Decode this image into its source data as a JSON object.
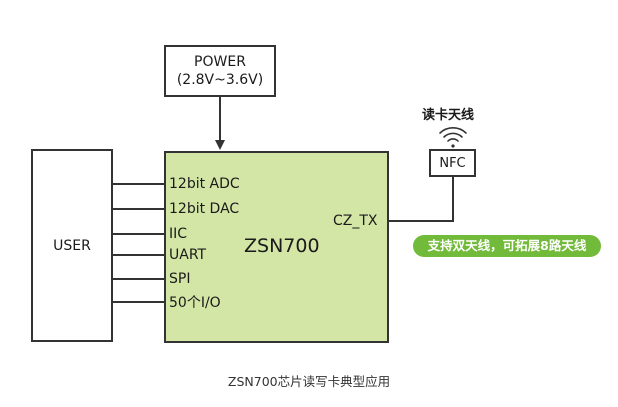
{
  "power": {
    "title": "POWER",
    "range": "(2.8V~3.6V)"
  },
  "user": {
    "label": "USER"
  },
  "chip": {
    "name": "ZSN700",
    "output_pin": "CZ_TX"
  },
  "interfaces": [
    "12bit ADC",
    "12bit DAC",
    "IIC",
    "UART",
    "SPI",
    "50个I/O"
  ],
  "antenna": {
    "title": "读卡天线",
    "nfc_label": "NFC"
  },
  "badge": {
    "text": "支持双天线，可拓展8路天线"
  },
  "caption": "ZSN700芯片读写卡典型应用",
  "colors": {
    "chip_fill": "#d4e6a6",
    "badge_green": "#72ba3a",
    "line": "#333333"
  },
  "icons": {
    "antenna": "wifi-signal-icon"
  }
}
